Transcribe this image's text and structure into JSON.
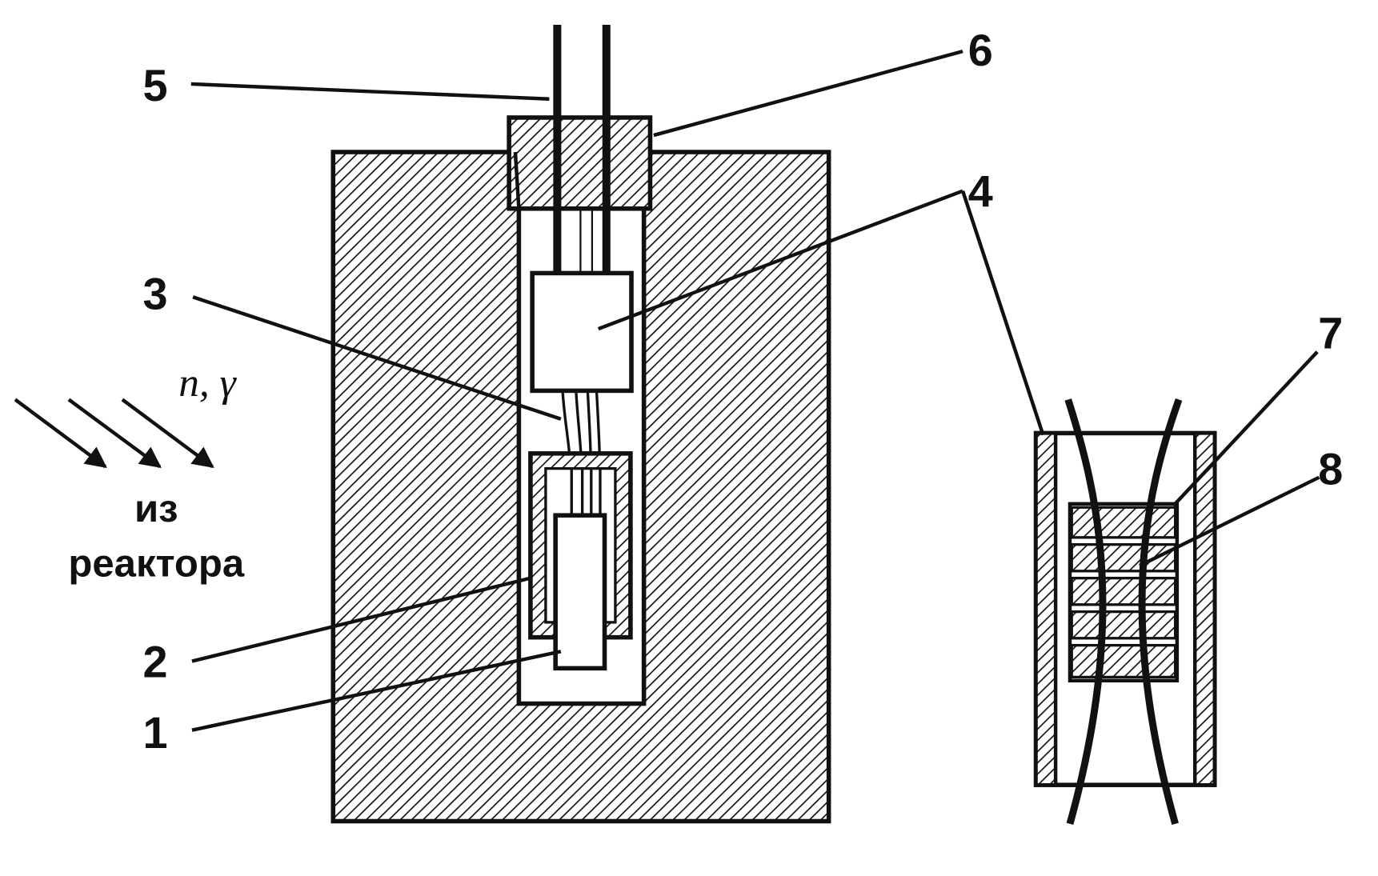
{
  "labels": {
    "l1": "1",
    "l2": "2",
    "l3": "3",
    "l4": "4",
    "l5": "5",
    "l6": "6",
    "l7": "7",
    "l8": "8"
  },
  "radiation": {
    "particles": "n, γ",
    "source_line1": "из",
    "source_line2": "реактора"
  },
  "colors": {
    "ink": "#111111",
    "background": "#ffffff"
  }
}
